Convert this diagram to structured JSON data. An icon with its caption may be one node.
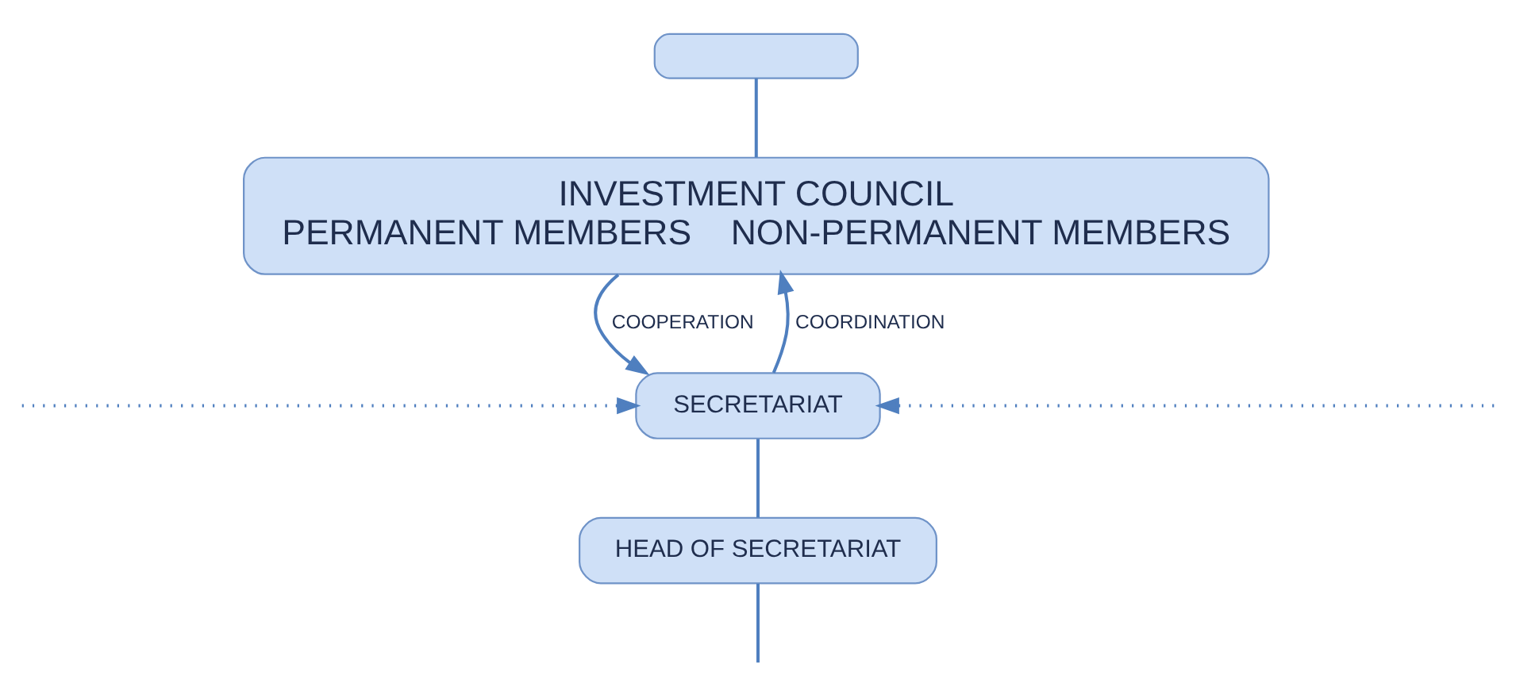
{
  "diagram": {
    "nodes": [
      {
        "text": [],
        "shape": "box"
      },
      {
        "text": [
          "INVESTMENT COUNCIL",
          "PERMANENT MEMBERS    NON-PERMANENT MEMBERS"
        ]
      },
      {
        "text": [
          "SECRETARIAT"
        ]
      },
      {
        "text": [
          "HEAD OF SECRETARIAT"
        ]
      }
    ],
    "edges": [
      {
        "from": 0,
        "to": 1,
        "arrow": "none"
      },
      {
        "from": 1,
        "to": 2,
        "arrow": "to",
        "label": "COOPERATION"
      },
      {
        "from": 2,
        "to": 1,
        "arrow": "to",
        "label": "COORDINATION"
      },
      {
        "from": null,
        "to": 2,
        "arrow": "to",
        "style": "dashed"
      },
      {
        "from": null,
        "to": 2,
        "arrow": "to",
        "style": "dashed"
      },
      {
        "from": 2,
        "to": 3,
        "arrow": "none"
      },
      {
        "from": 3,
        "to": null,
        "arrow": "none"
      }
    ]
  }
}
